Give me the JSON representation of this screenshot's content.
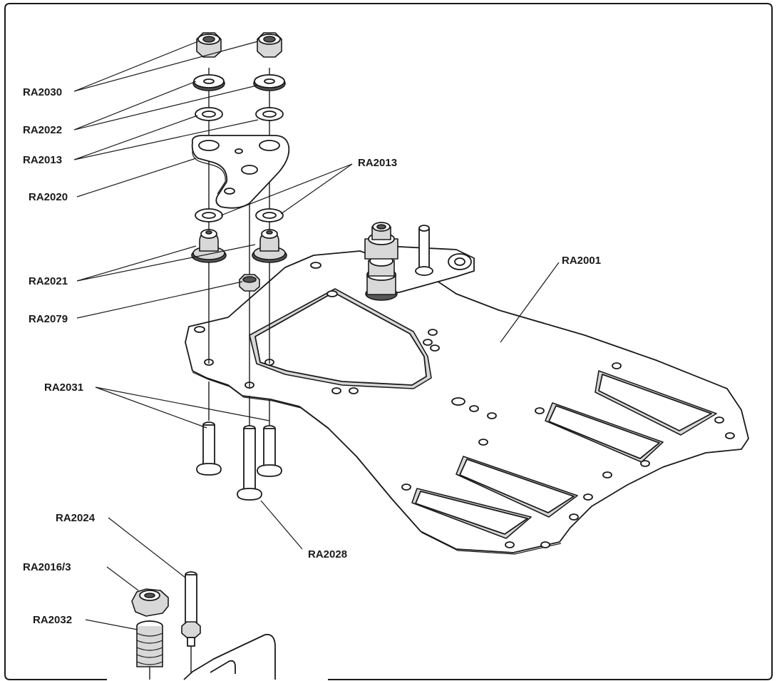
{
  "labels": {
    "ra2030": "RA2030",
    "ra2022": "RA2022",
    "ra2013_left": "RA2013",
    "ra2020": "RA2020",
    "ra2013_right": "RA2013",
    "ra2021": "RA2021",
    "ra2079": "RA2079",
    "ra2031": "RA2031",
    "ra2001": "RA2001",
    "ra2028": "RA2028",
    "ra2024": "RA2024",
    "ra2016_3": "RA2016/3",
    "ra2032": "RA2032"
  }
}
